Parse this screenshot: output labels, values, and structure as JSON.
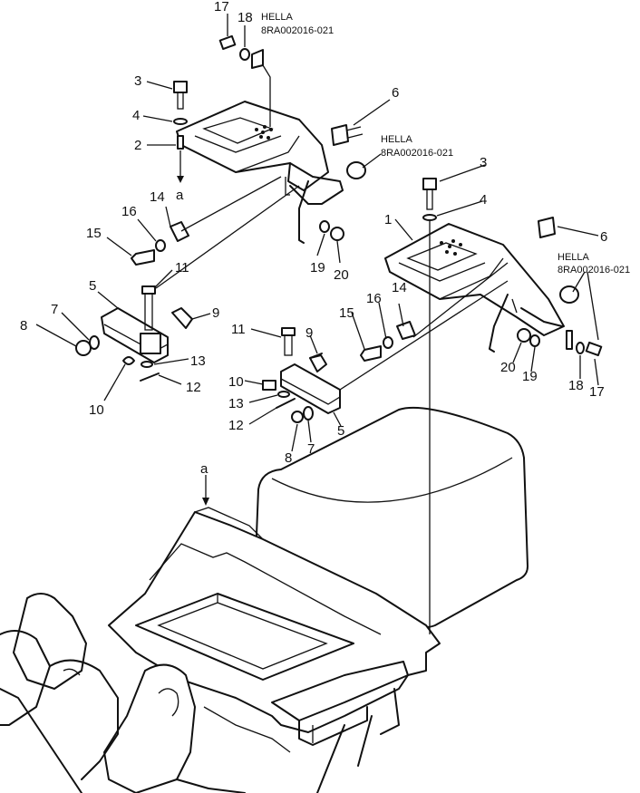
{
  "callouts": {
    "c17a": "17",
    "c18a": "18",
    "c3a": "3",
    "c4a": "4",
    "c2": "2",
    "ca_top": "a",
    "c6a": "6",
    "c14a": "14",
    "c16a": "16",
    "c15a": "15",
    "c19a": "19",
    "c20a": "20",
    "c3b": "3",
    "c4b": "4",
    "c1": "1",
    "c6b": "6",
    "c5a": "5",
    "c11a": "11",
    "c9a": "9",
    "c7a": "7",
    "c8a": "8",
    "c13a": "13",
    "c12a": "12",
    "c10a": "10",
    "c14b": "14",
    "c16b": "16",
    "c15b": "15",
    "c11b": "11",
    "c9b": "9",
    "c10b": "10",
    "c13b": "13",
    "c12b": "12",
    "c8b": "8",
    "c7b": "7",
    "c5b": "5",
    "c20b": "20",
    "c19b": "19",
    "c18b": "18",
    "c17b": "17",
    "ca_bottom": "a"
  },
  "notes": {
    "n1_line1": "HELLA",
    "n1_line2": "8RA002016-021",
    "n2_line1": "HELLA",
    "n2_line2": "8RA002016-021",
    "n3_line1": "HELLA",
    "n3_line2": "8RA002016-021"
  }
}
